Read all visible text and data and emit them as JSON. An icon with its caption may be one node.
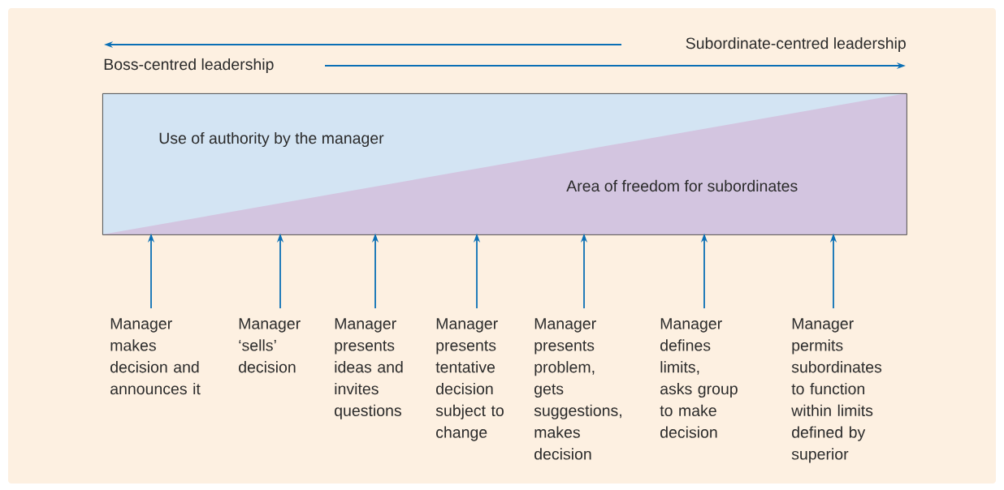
{
  "diagram": {
    "nodes": [
      {
        "text": [
          "Use of authority by the manager",
          "Area of freedom for subordinates"
        ]
      },
      {
        "text": [
          "Manager makes decision and announces it"
        ]
      },
      {
        "text": [
          "Manager ‘sells’ decision"
        ]
      },
      {
        "text": [
          "Manager presents ideas and invites questions"
        ]
      },
      {
        "text": [
          "Manager presents tentative decision subject to change"
        ]
      },
      {
        "text": [
          "Manager presents problem, gets suggestions, makes decision"
        ]
      },
      {
        "text": [
          "Manager defines limits, asks group to make decision"
        ]
      },
      {
        "text": [
          "Manager permits subordinates to function within limits defined by superior"
        ]
      }
    ],
    "edges": [
      {
        "from": 1,
        "to": 0,
        "arrow": "to"
      },
      {
        "from": 2,
        "to": 0,
        "arrow": "to"
      },
      {
        "from": 3,
        "to": 0,
        "arrow": "to"
      },
      {
        "from": 4,
        "to": 0,
        "arrow": "to"
      },
      {
        "from": 5,
        "to": 0,
        "arrow": "to"
      },
      {
        "from": 6,
        "to": 0,
        "arrow": "to"
      },
      {
        "from": 7,
        "to": 0,
        "arrow": "to"
      }
    ],
    "labels": [
      "Subordinate-centred leadership",
      "Boss-centred leadership"
    ]
  }
}
